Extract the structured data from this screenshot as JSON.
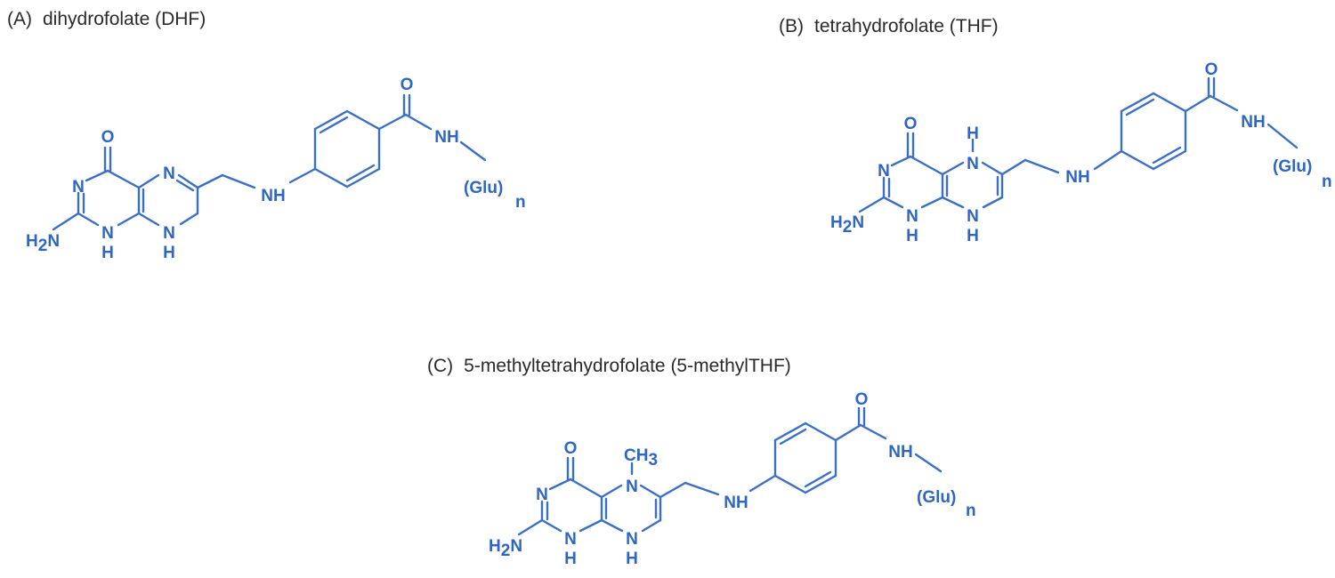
{
  "colors": {
    "structure": "#2f66c4",
    "caption_text": "#2a2a2a",
    "background": "#ffffff"
  },
  "panels": {
    "a": {
      "label": "(A)",
      "name": "dihydrofolate (DHF)",
      "atoms": {
        "oxo": "O",
        "n_pyr_3": "N",
        "n_pyr_5": "N",
        "n1h": "N",
        "n1h_h": "H",
        "n8h": "N",
        "n8h_h": "H",
        "amine": "H",
        "amine_sub": "2",
        "amine_n": "N",
        "link_nh": "NH",
        "carbonyl_o": "O",
        "amide_nh": "NH",
        "glu": "(Glu)",
        "glu_sub": "n"
      }
    },
    "b": {
      "label": "(B)",
      "name": "tetrahydrofolate (THF)",
      "atoms": {
        "oxo": "O",
        "n_pyr_3": "N",
        "n5": "N",
        "n5_h": "H",
        "n1h": "N",
        "n1h_h": "H",
        "n8h": "N",
        "n8h_h": "H",
        "amine": "H",
        "amine_sub": "2",
        "amine_n": "N",
        "link_nh": "NH",
        "carbonyl_o": "O",
        "amide_nh": "NH",
        "glu": "(Glu)",
        "glu_sub": "n"
      }
    },
    "c": {
      "label": "(C)",
      "name": "5-methyltetrahydrofolate (5-methylTHF)",
      "atoms": {
        "oxo": "O",
        "n_pyr_3": "N",
        "n5": "N",
        "methyl": "CH",
        "methyl_sub": "3",
        "n1h": "N",
        "n1h_h": "H",
        "n8h": "N",
        "n8h_h": "H",
        "amine": "H",
        "amine_sub": "2",
        "amine_n": "N",
        "link_nh": "NH",
        "carbonyl_o": "O",
        "amide_nh": "NH",
        "glu": "(Glu)",
        "glu_sub": "n"
      }
    }
  }
}
